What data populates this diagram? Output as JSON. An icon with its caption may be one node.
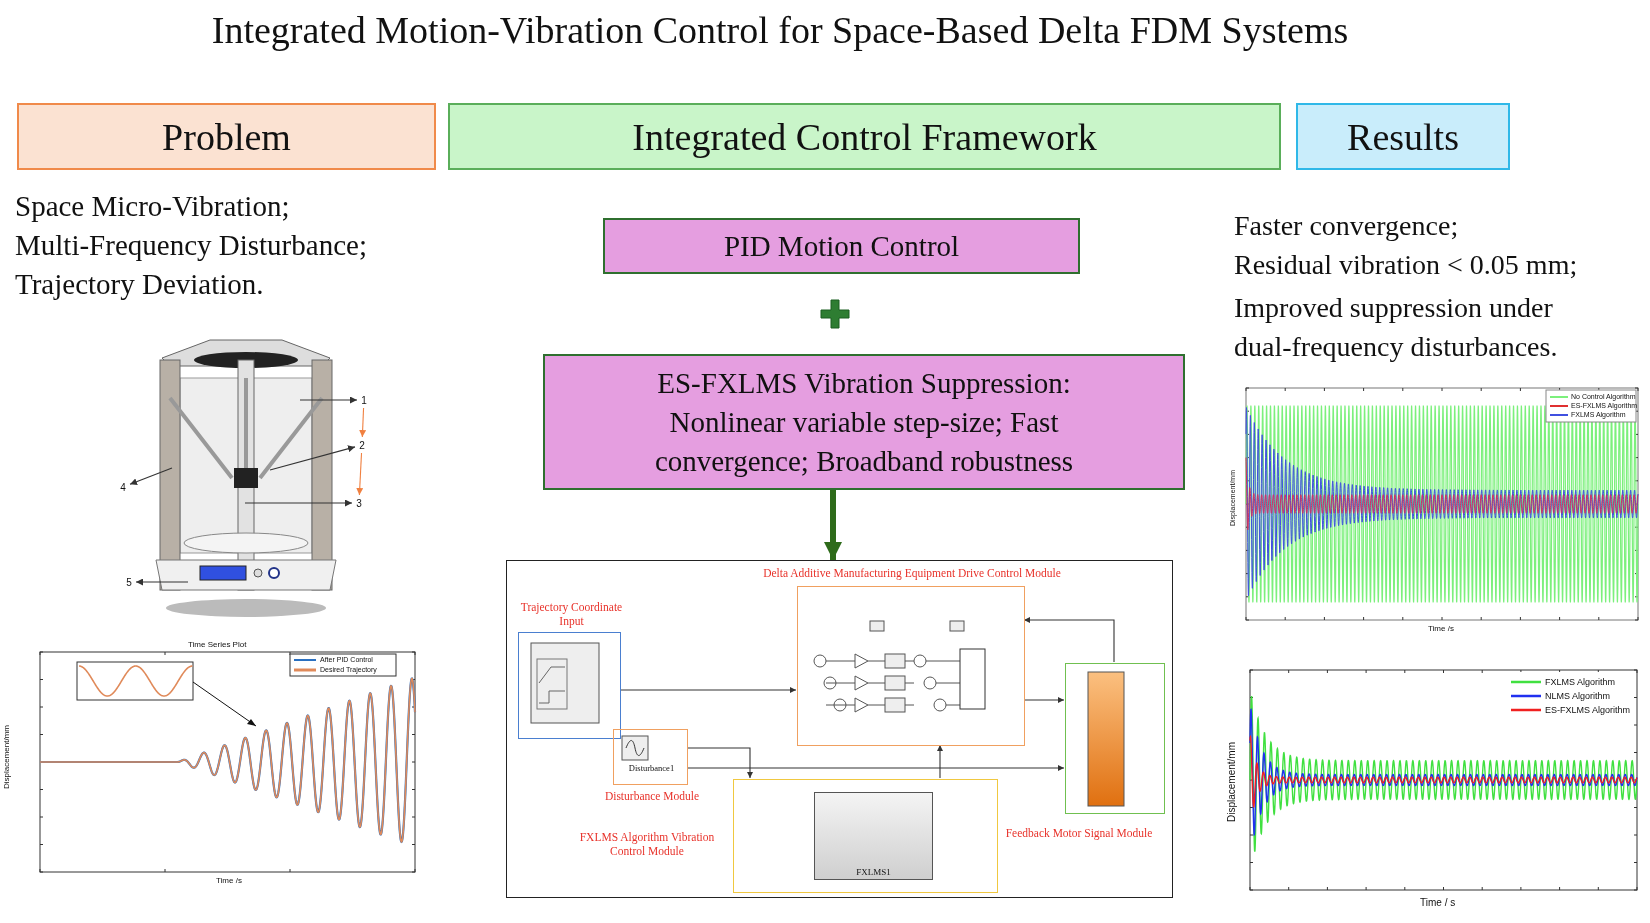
{
  "diagram": {
    "title": "Integrated Motion-Vibration Control for Space-Based Delta FDM Systems",
    "nodes": [
      {
        "text": [
          "Problem"
        ]
      },
      {
        "text": [
          "Integrated Control Framework"
        ]
      },
      {
        "text": [
          "Results"
        ]
      },
      {
        "text": [
          "PID Motion Control"
        ]
      },
      {
        "text": [
          "ES-FXLMS Vibration Suppression: Nonlinear variable step-size; Fast convergence; Broadband robustness"
        ]
      },
      {
        "text": [],
        "shape": "picture"
      },
      {
        "text": [
          "Trajectory Coordinate Input"
        ],
        "in": 5
      },
      {
        "text": [
          "Delta Additive Manufacturing Equipment Drive Control Module"
        ],
        "in": 5
      },
      {
        "text": [
          "Disturbance Module"
        ],
        "in": 5
      },
      {
        "text": [
          "FXLMS Algorithm Vibration Control Module"
        ],
        "in": 5
      },
      {
        "text": [
          "Feedback Motor Signal Module"
        ],
        "in": 5
      },
      {
        "text": [
          "FXLMS1"
        ],
        "in": 9
      },
      {
        "text": [
          "1"
        ]
      },
      {
        "text": [
          "2"
        ]
      },
      {
        "text": [
          "3"
        ]
      },
      {
        "text": [
          "4"
        ]
      },
      {
        "text": [
          "5"
        ]
      }
    ],
    "edges": [
      {
        "from": 4,
        "to": 5,
        "arrow": "to",
        "style": "thick",
        "color": "#2e6b1a"
      },
      {
        "from": 6,
        "to": 7,
        "arrow": "to"
      },
      {
        "from": 8,
        "to": 9,
        "arrow": "to"
      },
      {
        "from": 8,
        "to": 10,
        "arrow": "to"
      },
      {
        "from": 9,
        "to": 7,
        "arrow": "to"
      },
      {
        "from": 7,
        "to": 10,
        "arrow": "to"
      },
      {
        "from": 10,
        "to": 7,
        "arrow": "to"
      },
      {
        "from": null,
        "to": 12,
        "arrow": "to"
      },
      {
        "from": null,
        "to": 13,
        "arrow": "to"
      },
      {
        "from": null,
        "to": 14,
        "arrow": "to"
      },
      {
        "from": null,
        "to": 15,
        "arrow": "to"
      },
      {
        "from": null,
        "to": 16,
        "arrow": "to"
      },
      {
        "from": 12,
        "to": 13,
        "arrow": "to",
        "color": "#f08040"
      },
      {
        "from": 13,
        "to": 14,
        "arrow": "to",
        "color": "#f08040"
      }
    ],
    "labels": [
      "Space Micro-Vibration;",
      "Multi-Frequency Disturbance;",
      "Trajectory Deviation.",
      "Time Series Plot",
      "After PID Control",
      "Desired Trajectory",
      "Displacement/mm",
      "Time /s",
      "Faster convergence;",
      "Residual vibration < 0.05 mm;",
      "Improved suppression under dual-frequency disturbances.",
      "No Control Algorithm",
      "ES-FXLMS Algorithm",
      "FXLMS Algorithm",
      "Displacement/mm",
      "Time /s",
      "FXLMS Algorithm",
      "NLMS Algorithm",
      "ES-FXLMS Algorithm",
      "Displacement/mm",
      "Time / s",
      "Disturbance1"
    ]
  }
}
